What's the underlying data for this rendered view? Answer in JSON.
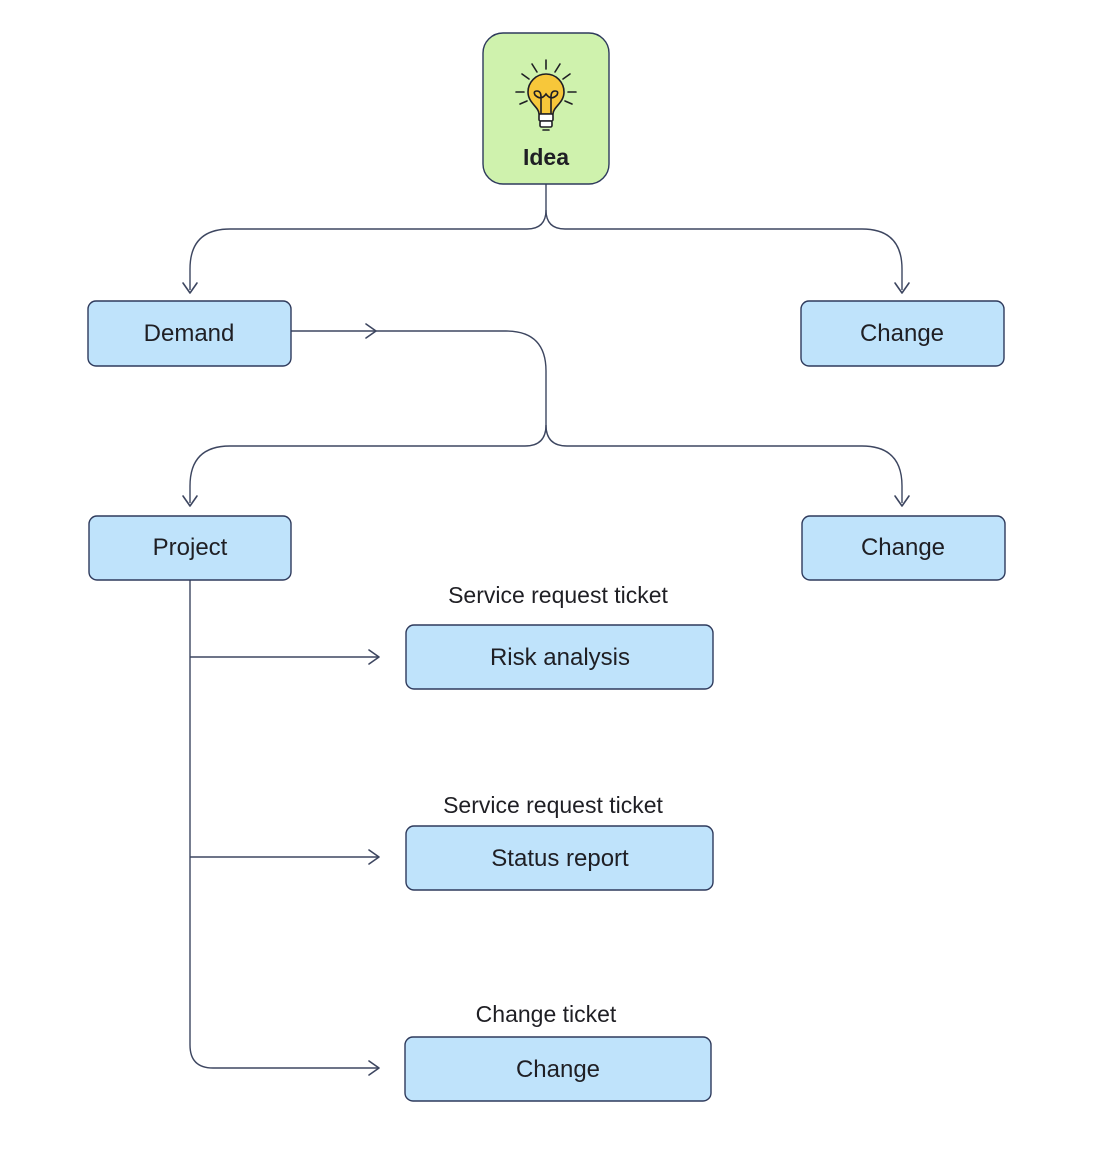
{
  "colors": {
    "idea_fill": "#cff2ad",
    "node_fill": "#bfe3fb",
    "border": "#2e3a5c",
    "connector": "#3d4660",
    "bulb": "#f7c73a",
    "text": "#1f1f24"
  },
  "idea": {
    "label": "Idea",
    "icon": "lightbulb-icon"
  },
  "level1": {
    "left": "Demand",
    "right": "Change"
  },
  "level2": {
    "left": "Project",
    "right": "Change"
  },
  "tickets": [
    {
      "caption": "Service request ticket",
      "label": "Risk analysis"
    },
    {
      "caption": "Service request ticket",
      "label": "Status report"
    },
    {
      "caption": "Change ticket",
      "label": "Change"
    }
  ]
}
